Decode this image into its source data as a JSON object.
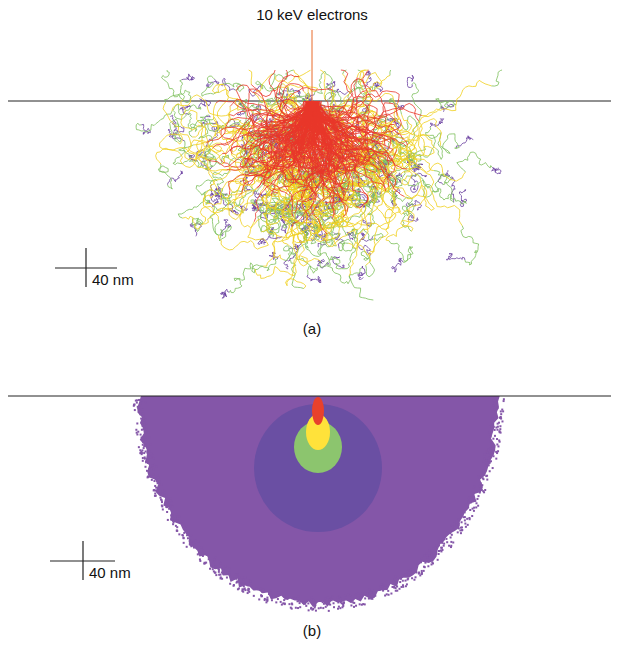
{
  "diagram": {
    "labels": [
      "10 keV electrons",
      "40 nm",
      "(a)",
      "40 nm",
      "(b)"
    ]
  }
}
